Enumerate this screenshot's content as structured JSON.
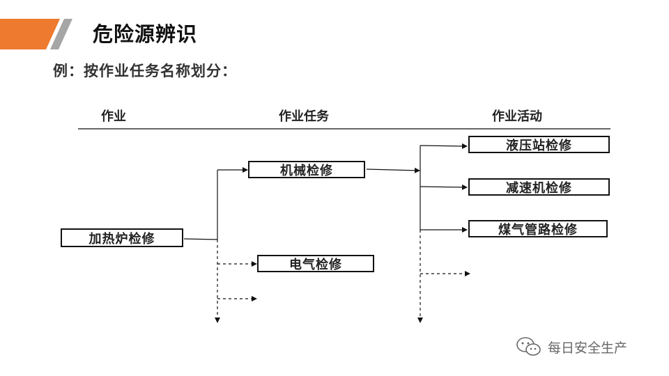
{
  "slide": {
    "title": "危险源辨识",
    "subtitle": "例：按作业任务名称划分："
  },
  "columns": {
    "col1": "作业",
    "col2": "作业任务",
    "col3": "作业活动"
  },
  "nodes": {
    "root": "加热炉检修",
    "task1": "机械检修",
    "task2": "电气检修",
    "act1": "液压站检修",
    "act2": "减速机检修",
    "act3": "煤气管路检修"
  },
  "watermark": {
    "text": "每日安全生产",
    "icon": "wechat-icon"
  },
  "colors": {
    "accent_orange": "#ee7a2f",
    "accent_gray": "#a6a6a6"
  }
}
